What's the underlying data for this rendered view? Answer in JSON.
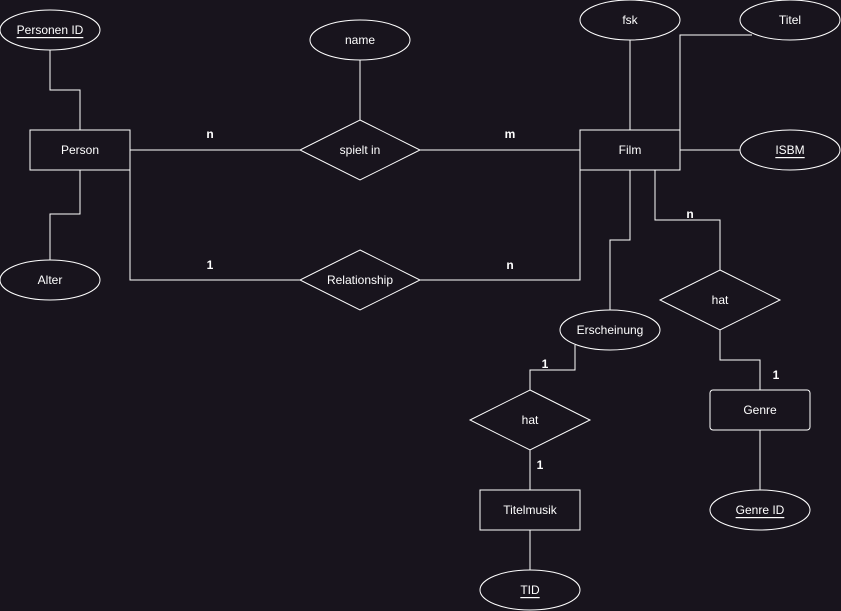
{
  "colors": {
    "background": "#18141d",
    "stroke": "#ffffff",
    "text": "#ffffff"
  },
  "entities": {
    "person": "Person",
    "film": "Film",
    "genre": "Genre",
    "titelmusik": "Titelmusik"
  },
  "attributes": {
    "personen_id": "Personen ID",
    "alter": "Alter",
    "name": "name",
    "fsk": "fsk",
    "titel": "Titel",
    "isbm": "ISBM",
    "erscheinung": "Erscheinung",
    "genre_id": "Genre ID",
    "tid": "TID"
  },
  "relationships": {
    "spielt_in": "spielt in",
    "relationship": "Relationship",
    "hat_genre": "hat",
    "hat_musik": "hat"
  },
  "cardinalities": {
    "person_spielt_in": "n",
    "film_spielt_in": "m",
    "person_relationship": "1",
    "film_relationship": "n",
    "film_hat_genre": "n",
    "genre_hat": "1",
    "erscheinung_hat": "1",
    "titelmusik_hat": "1"
  }
}
